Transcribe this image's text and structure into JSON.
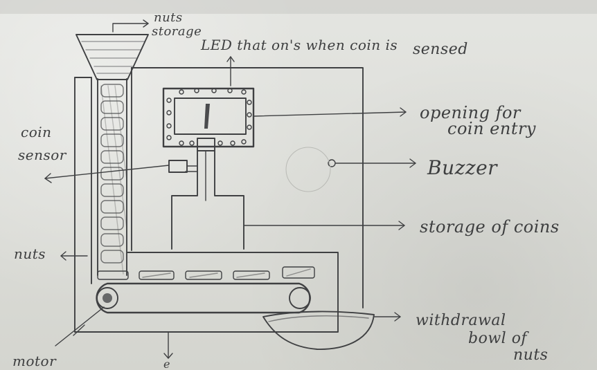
{
  "diagram": {
    "labels": {
      "nuts_storage_line1": "nuts",
      "nuts_storage_line2": "storage",
      "led_label": "LED that on's when coin is",
      "led_label_line2": "sensed",
      "opening_line1": "opening for",
      "opening_line2": "coin entry",
      "coin_sensor_line1": "coin",
      "coin_sensor_line2": "sensor",
      "buzzer": "Buzzer",
      "storage_of_coins": "storage of coins",
      "nuts_left": "nuts",
      "withdrawal_line1": "withdrawal",
      "withdrawal_line2": "bowl of",
      "withdrawal_line3": "nuts",
      "motor": "motor",
      "bottom_cut": "e"
    },
    "colors": {
      "paper": "#dcddd8",
      "ink": "#3f4042"
    }
  }
}
